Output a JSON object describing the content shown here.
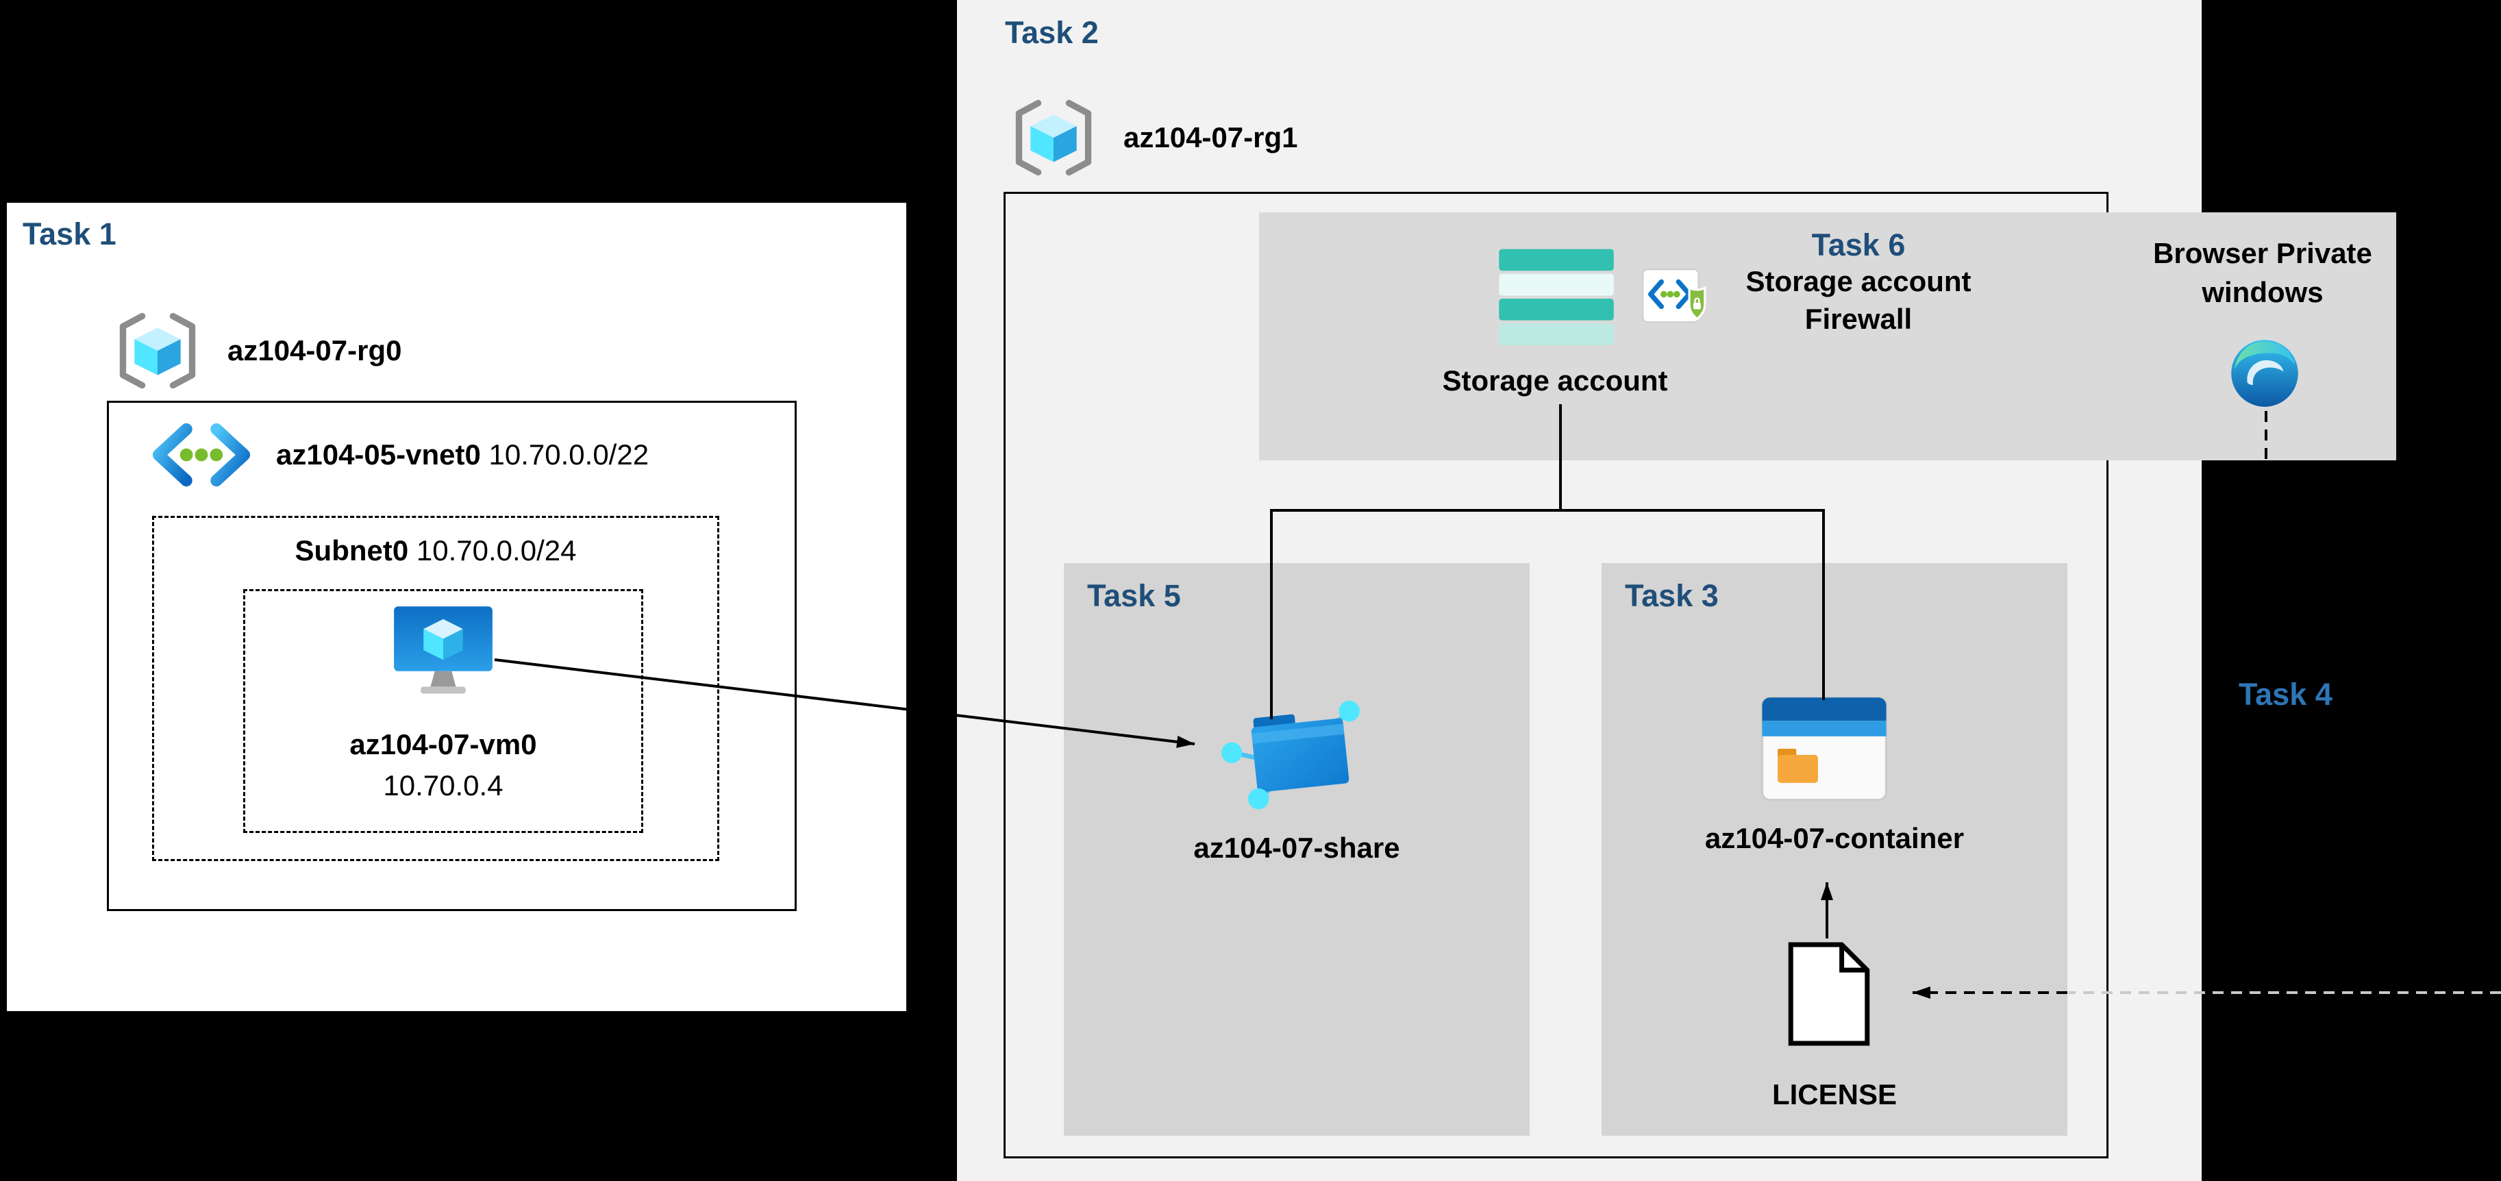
{
  "colors": {
    "background": "#000000",
    "panel_white": "#ffffff",
    "panel_gray": "#f2f2f2",
    "band_gray": "#dadada",
    "box_gray": "#d4d4d4",
    "task_heading": "#1f4e79",
    "task4_heading": "#2e75b6",
    "text": "#000000"
  },
  "task1": {
    "heading": "Task 1",
    "resource_group": "az104-07-rg0",
    "vnet_name": "az104-05-vnet0",
    "vnet_cidr": "10.70.0.0/22",
    "subnet_name": "Subnet0",
    "subnet_cidr": "10.70.0.0/24",
    "vm_name": "az104-07-vm0",
    "vm_ip": "10.70.0.4"
  },
  "task2": {
    "heading": "Task 2",
    "resource_group": "az104-07-rg1"
  },
  "task6": {
    "heading": "Task 6",
    "caption_line1": "Storage account",
    "caption_line2": "Firewall"
  },
  "storage": {
    "label": "Storage account"
  },
  "browser": {
    "line1": "Browser Private",
    "line2": "windows"
  },
  "task5": {
    "heading": "Task 5",
    "share_name": "az104-07-share"
  },
  "task3": {
    "heading": "Task 3",
    "container_name": "az104-07-container",
    "file_name": "LICENSE"
  },
  "task4": {
    "heading": "Task 4"
  },
  "icons": {
    "resource_group": "resource-group-icon",
    "virtual_network": "virtual-network-icon",
    "virtual_machine": "virtual-machine-icon",
    "storage_account": "storage-account-icon",
    "storage_firewall": "storage-firewall-icon",
    "edge_browser": "edge-browser-icon",
    "file_share": "file-share-icon",
    "blob_container": "blob-container-icon",
    "license_document": "license-document-icon"
  }
}
